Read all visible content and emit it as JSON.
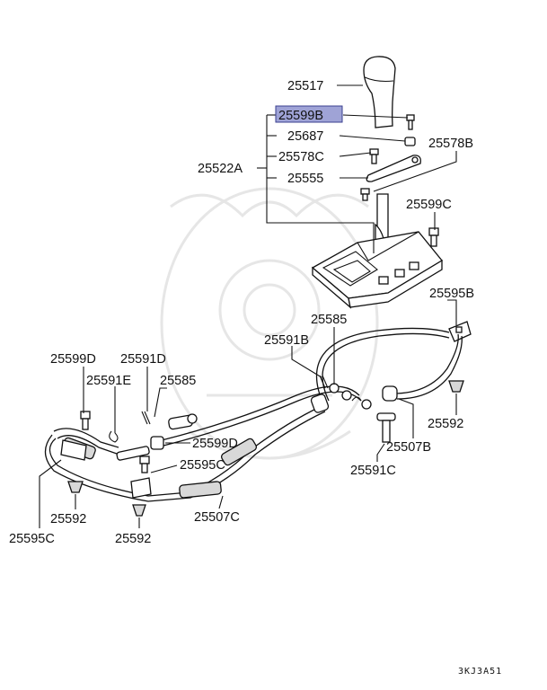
{
  "labels": {
    "l25517": "25517",
    "l25599b": "25599B",
    "l25687": "25687",
    "l25578c": "25578C",
    "l25578b": "25578B",
    "l25522a": "25522A",
    "l25555": "25555",
    "l25599c": "25599C",
    "l25595b": "25595B",
    "l25585_top": "25585",
    "l25591b": "25591B",
    "l25599d_left": "25599D",
    "l25591d": "25591D",
    "l25591e": "25591E",
    "l25585_left": "25585",
    "l25599d_mid": "25599D",
    "l25595c_mid": "25595C",
    "l25507b": "25507B",
    "l25592_right": "25592",
    "l25591c": "25591C",
    "l25507c": "25507C",
    "l25592_left": "25592",
    "l25592_bottom": "25592",
    "l25595c_left": "25595C"
  },
  "highlight": {
    "part": "25599B",
    "color": "#9fa3d6"
  },
  "diagram_code": "3KJ3A51"
}
